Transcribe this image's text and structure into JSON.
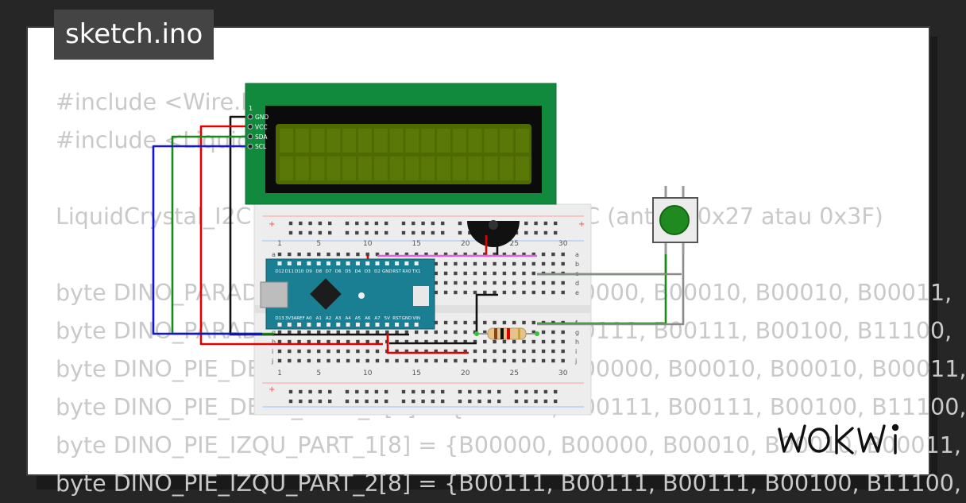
{
  "title": "sketch.ino",
  "brand": "WOKWi",
  "code_lines": [
    "#include <Wire.h>",
    "#include <LiquidCrystal_I2C.h>",
    "",
    "LiquidCrystal_I2C lcd(0x27, 16, 2); // Alamat I2C (antara 0x27 atau 0x3F)",
    "",
    "byte DINO_PARADO_PART_1[8] = {B00000, B00000, B00010, B00010, B00011,",
    "byte DINO_PARADO_PART_2[8] = {B00111, B00111, B00111, B00100, B11100,",
    "byte DINO_PIE_DERE_PART_1[8] = {B00000, B00000, B00010, B00010, B00011,",
    "byte DINO_PIE_DERE_PART_2[8] = {B00111, B00111, B00111, B00100, B11100,",
    "byte DINO_PIE_IZQU_PART_1[8] = {B00000, B00000, B00010, B00010, B00011,",
    "byte DINO_PIE_IZQU_PART_2[8] = {B00111, B00111, B00111, B00100, B11100,"
  ],
  "lcd": {
    "pin_one": "1",
    "pins": [
      "GND",
      "VCC",
      "SDA",
      "SCL"
    ]
  },
  "breadboard": {
    "column_numbers": [
      "1",
      "5",
      "10",
      "15",
      "20",
      "25",
      "30"
    ],
    "rows_top": [
      "a",
      "b",
      "c",
      "d",
      "e"
    ],
    "rows_bottom": [
      "f",
      "g",
      "h",
      "i",
      "j"
    ]
  },
  "arduino": {
    "top_pins": [
      "D12",
      "D11",
      "D10",
      "D9",
      "D8",
      "D7",
      "D6",
      "D5",
      "D4",
      "D3",
      "D2",
      "GND",
      "RST",
      "RX0",
      "TX1"
    ],
    "bottom_pins": [
      "D13",
      "3V3",
      "AREF",
      "A0",
      "A1",
      "A2",
      "A3",
      "A4",
      "A5",
      "A6",
      "A7",
      "5V",
      "RST",
      "GND",
      "VIN"
    ]
  },
  "colors": {
    "wire_red": "#e00000",
    "wire_black": "#111111",
    "wire_green": "#188a18",
    "wire_blue": "#1414d8",
    "wire_gray": "#8a8a8a",
    "wire_pink": "#e060e0",
    "lcd_board": "#128a3e",
    "lcd_screen": "#4e6a00",
    "arduino": "#1b7f93"
  }
}
